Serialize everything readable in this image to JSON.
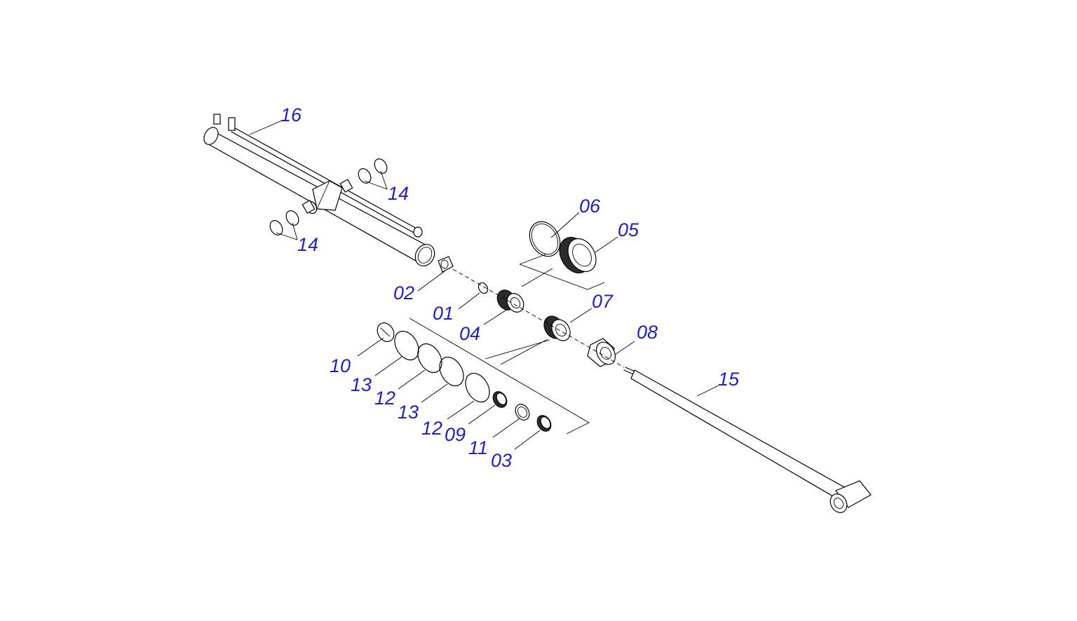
{
  "callouts": [
    {
      "id": "c16",
      "label": "16"
    },
    {
      "id": "c14a",
      "label": "14"
    },
    {
      "id": "c14b",
      "label": "14"
    },
    {
      "id": "c06",
      "label": "06"
    },
    {
      "id": "c05",
      "label": "05"
    },
    {
      "id": "c02",
      "label": "02"
    },
    {
      "id": "c01",
      "label": "01"
    },
    {
      "id": "c04",
      "label": "04"
    },
    {
      "id": "c07",
      "label": "07"
    },
    {
      "id": "c08",
      "label": "08"
    },
    {
      "id": "c15",
      "label": "15"
    },
    {
      "id": "c10",
      "label": "10"
    },
    {
      "id": "c13a",
      "label": "13"
    },
    {
      "id": "c12a",
      "label": "12"
    },
    {
      "id": "c13b",
      "label": "13"
    },
    {
      "id": "c12b",
      "label": "12"
    },
    {
      "id": "c09",
      "label": "09"
    },
    {
      "id": "c11",
      "label": "11"
    },
    {
      "id": "c03",
      "label": "03"
    }
  ],
  "colors": {
    "callout_text": "#1f22c4",
    "line": "#000000",
    "background": "#ffffff"
  }
}
